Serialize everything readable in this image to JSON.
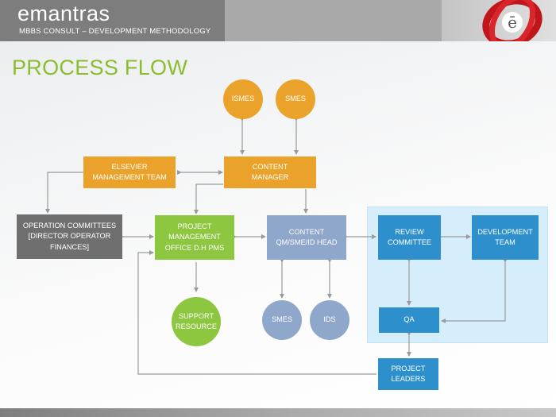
{
  "header": {
    "brand": "emantras",
    "subtitle": "MBBS CONSULT – DEVELOPMENT METHODOLOGY",
    "logo_glyph": "ē"
  },
  "page_title": "PROCESS FLOW",
  "nodes": {
    "ismes": "ISMES",
    "smes_top": "SMES",
    "elsevier": "ELSEVIER\nMANAGEMENT TEAM",
    "content_manager": "CONTENT\nMANAGER",
    "operation_committees": "OPERATION COMMITTEES\n[DIRECTOR OPERATOR\nFINANCES]",
    "pmo": "PROJECT\nMANAGEMENT\nOFFICE D.H PMS",
    "content_qm": "CONTENT\nQM/SME/ID HEAD",
    "review_committee": "REVIEW\nCOMMITTEE",
    "development_team": "DEVELOPMENT\nTEAM",
    "support_resource": "SUPPORT\nRESOURCE",
    "smes_bottom": "SMES",
    "ids": "IDS",
    "qa": "QA",
    "project_leaders": "PROJECT\nLEADERS"
  },
  "colors": {
    "orange": "#eaa22a",
    "gray": "#6f6f6f",
    "green": "#8dc63f",
    "steel": "#8ea7cb",
    "blue": "#2d8fcb",
    "title_green": "#8bbd2e",
    "panel": "#d6eefb",
    "connector": "#9a9a9a"
  }
}
